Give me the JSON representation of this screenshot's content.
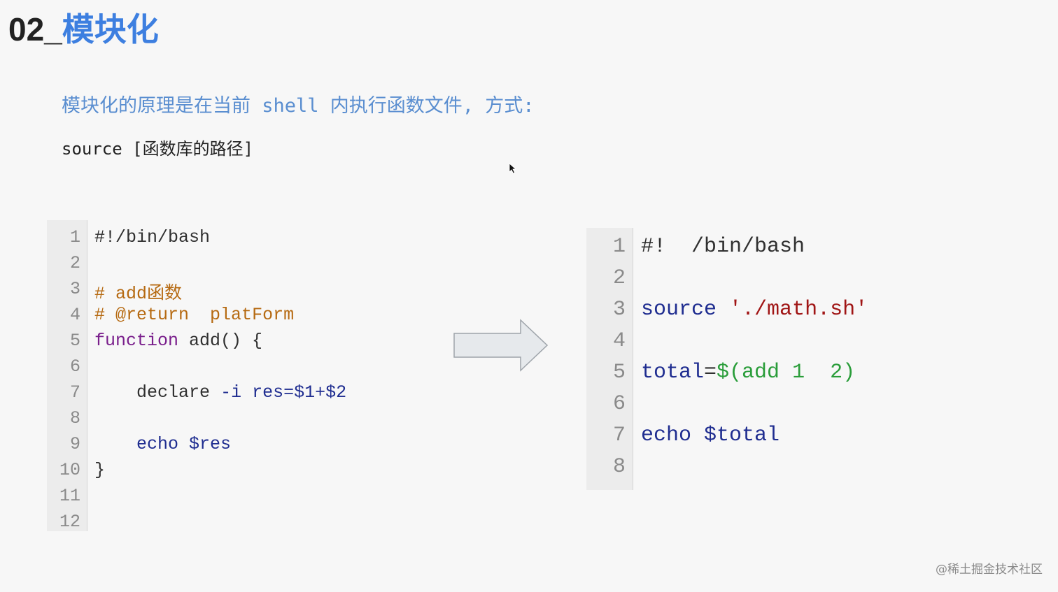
{
  "slide": {
    "title_number": "02_",
    "title_text": "模块化",
    "description": "模块化的原理是在当前 shell 内执行函数文件, 方式:",
    "command": "source [函数库的路径]"
  },
  "left_code": {
    "line_numbers": [
      "1",
      "2",
      "3",
      "4",
      "5",
      "6",
      "7",
      "8",
      "9",
      "10",
      "11",
      "12"
    ],
    "line1": "#!/bin/bash",
    "line3_hash": "#",
    "line3_text": "add函数",
    "line4_hash": "#",
    "line4_text": "@return  platForm",
    "line5_kw": "function",
    "line5_rest": "add() {",
    "line7_cmd": "declare",
    "line7_flag": "-i",
    "line7_assign": "res=$1+$2",
    "line9_cmd": "echo",
    "line9_var": "$res",
    "line10": "}"
  },
  "right_code": {
    "line_numbers": [
      "1",
      "2",
      "3",
      "4",
      "5",
      "6",
      "7",
      "8"
    ],
    "line1": "#!  /bin/bash",
    "line3_kw": "source",
    "line3_str": "'./math.sh'",
    "line5_var": "total",
    "line5_eq": "=",
    "line5_sub_open": "$(",
    "line5_fn": "add",
    "line5_args": "1  2",
    "line5_close": ")",
    "line7_cmd": "echo",
    "line7_var": "$total"
  },
  "watermark": "@稀土掘金技术社区",
  "colors": {
    "title_accent": "#3d7fe0",
    "description": "#5a8ed0",
    "keyword": "#7a1f8c",
    "comment": "#b66a12",
    "variable": "#1f2d90",
    "string": "#a01515",
    "number": "#2a9d3a",
    "arrow_fill": "#e6e9ec"
  },
  "icons": {
    "arrow": "right-arrow-icon",
    "cursor": "mouse-pointer-icon"
  }
}
